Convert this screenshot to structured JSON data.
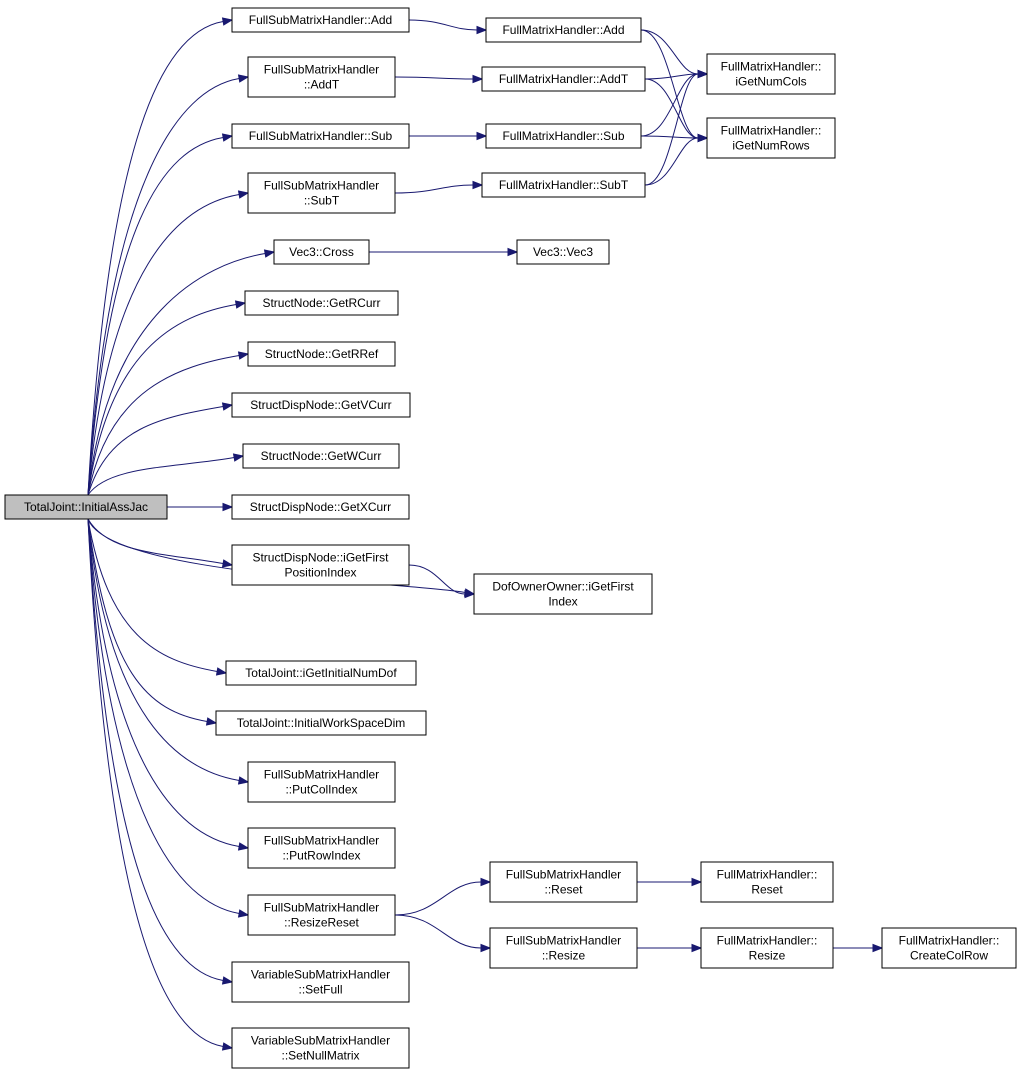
{
  "graph": {
    "nodes": [
      {
        "id": "root",
        "lines": [
          "TotalJoint::InitialAssJac"
        ],
        "root": true
      },
      {
        "id": "fsm_add",
        "lines": [
          "FullSubMatrixHandler::Add"
        ]
      },
      {
        "id": "fsm_addt",
        "lines": [
          "FullSubMatrixHandler",
          "::AddT"
        ]
      },
      {
        "id": "fsm_sub",
        "lines": [
          "FullSubMatrixHandler::Sub"
        ]
      },
      {
        "id": "fsm_subt",
        "lines": [
          "FullSubMatrixHandler",
          "::SubT"
        ]
      },
      {
        "id": "vec_cross",
        "lines": [
          "Vec3::Cross"
        ]
      },
      {
        "id": "sn_getrcurr",
        "lines": [
          "StructNode::GetRCurr"
        ]
      },
      {
        "id": "sn_getrref",
        "lines": [
          "StructNode::GetRRef"
        ]
      },
      {
        "id": "sdn_getvcurr",
        "lines": [
          "StructDispNode::GetVCurr"
        ]
      },
      {
        "id": "sn_getwcurr",
        "lines": [
          "StructNode::GetWCurr"
        ]
      },
      {
        "id": "sdn_getxcurr",
        "lines": [
          "StructDispNode::GetXCurr"
        ]
      },
      {
        "id": "sdn_igetfirst",
        "lines": [
          "StructDispNode::iGetFirst",
          "PositionIndex"
        ]
      },
      {
        "id": "tj_ignd",
        "lines": [
          "TotalJoint::iGetInitialNumDof"
        ]
      },
      {
        "id": "tj_iwsd",
        "lines": [
          "TotalJoint::InitialWorkSpaceDim"
        ]
      },
      {
        "id": "fsm_putcol",
        "lines": [
          "FullSubMatrixHandler",
          "::PutColIndex"
        ]
      },
      {
        "id": "fsm_putrow",
        "lines": [
          "FullSubMatrixHandler",
          "::PutRowIndex"
        ]
      },
      {
        "id": "fsm_resizereset",
        "lines": [
          "FullSubMatrixHandler",
          "::ResizeReset"
        ]
      },
      {
        "id": "vsm_setfull",
        "lines": [
          "VariableSubMatrixHandler",
          "::SetFull"
        ]
      },
      {
        "id": "vsm_setnull",
        "lines": [
          "VariableSubMatrixHandler",
          "::SetNullMatrix"
        ]
      },
      {
        "id": "fm_add",
        "lines": [
          "FullMatrixHandler::Add"
        ]
      },
      {
        "id": "fm_addt",
        "lines": [
          "FullMatrixHandler::AddT"
        ]
      },
      {
        "id": "fm_sub",
        "lines": [
          "FullMatrixHandler::Sub"
        ]
      },
      {
        "id": "fm_subt",
        "lines": [
          "FullMatrixHandler::SubT"
        ]
      },
      {
        "id": "vec_vec3",
        "lines": [
          "Vec3::Vec3"
        ]
      },
      {
        "id": "doo_igetfirst",
        "lines": [
          "DofOwnerOwner::iGetFirst",
          "Index"
        ]
      },
      {
        "id": "fsm_reset",
        "lines": [
          "FullSubMatrixHandler",
          "::Reset"
        ]
      },
      {
        "id": "fsm_resize",
        "lines": [
          "FullSubMatrixHandler",
          "::Resize"
        ]
      },
      {
        "id": "fm_igetnumcols",
        "lines": [
          "FullMatrixHandler::",
          "iGetNumCols"
        ]
      },
      {
        "id": "fm_igetnumrows",
        "lines": [
          "FullMatrixHandler::",
          "iGetNumRows"
        ]
      },
      {
        "id": "fm_reset",
        "lines": [
          "FullMatrixHandler::",
          "Reset"
        ]
      },
      {
        "id": "fm_resize",
        "lines": [
          "FullMatrixHandler::",
          "Resize"
        ]
      },
      {
        "id": "fm_createcolrow",
        "lines": [
          "FullMatrixHandler::",
          "CreateColRow"
        ]
      }
    ],
    "edges": [
      [
        "root",
        "fsm_add"
      ],
      [
        "root",
        "fsm_addt"
      ],
      [
        "root",
        "fsm_sub"
      ],
      [
        "root",
        "fsm_subt"
      ],
      [
        "root",
        "vec_cross"
      ],
      [
        "root",
        "sn_getrcurr"
      ],
      [
        "root",
        "sn_getrref"
      ],
      [
        "root",
        "sdn_getvcurr"
      ],
      [
        "root",
        "sn_getwcurr"
      ],
      [
        "root",
        "sdn_getxcurr"
      ],
      [
        "root",
        "sdn_igetfirst"
      ],
      [
        "root",
        "doo_igetfirst"
      ],
      [
        "root",
        "tj_ignd"
      ],
      [
        "root",
        "tj_iwsd"
      ],
      [
        "root",
        "fsm_putcol"
      ],
      [
        "root",
        "fsm_putrow"
      ],
      [
        "root",
        "fsm_resizereset"
      ],
      [
        "root",
        "vsm_setfull"
      ],
      [
        "root",
        "vsm_setnull"
      ],
      [
        "fsm_add",
        "fm_add"
      ],
      [
        "fsm_addt",
        "fm_addt"
      ],
      [
        "fsm_sub",
        "fm_sub"
      ],
      [
        "fsm_subt",
        "fm_subt"
      ],
      [
        "vec_cross",
        "vec_vec3"
      ],
      [
        "sdn_igetfirst",
        "doo_igetfirst"
      ],
      [
        "fsm_resizereset",
        "fsm_reset"
      ],
      [
        "fsm_resizereset",
        "fsm_resize"
      ],
      [
        "fm_add",
        "fm_igetnumcols"
      ],
      [
        "fm_add",
        "fm_igetnumrows"
      ],
      [
        "fm_addt",
        "fm_igetnumcols"
      ],
      [
        "fm_addt",
        "fm_igetnumrows"
      ],
      [
        "fm_sub",
        "fm_igetnumcols"
      ],
      [
        "fm_sub",
        "fm_igetnumrows"
      ],
      [
        "fm_subt",
        "fm_igetnumcols"
      ],
      [
        "fm_subt",
        "fm_igetnumrows"
      ],
      [
        "fsm_reset",
        "fm_reset"
      ],
      [
        "fsm_resize",
        "fm_resize"
      ],
      [
        "fm_resize",
        "fm_createcolrow"
      ]
    ]
  }
}
